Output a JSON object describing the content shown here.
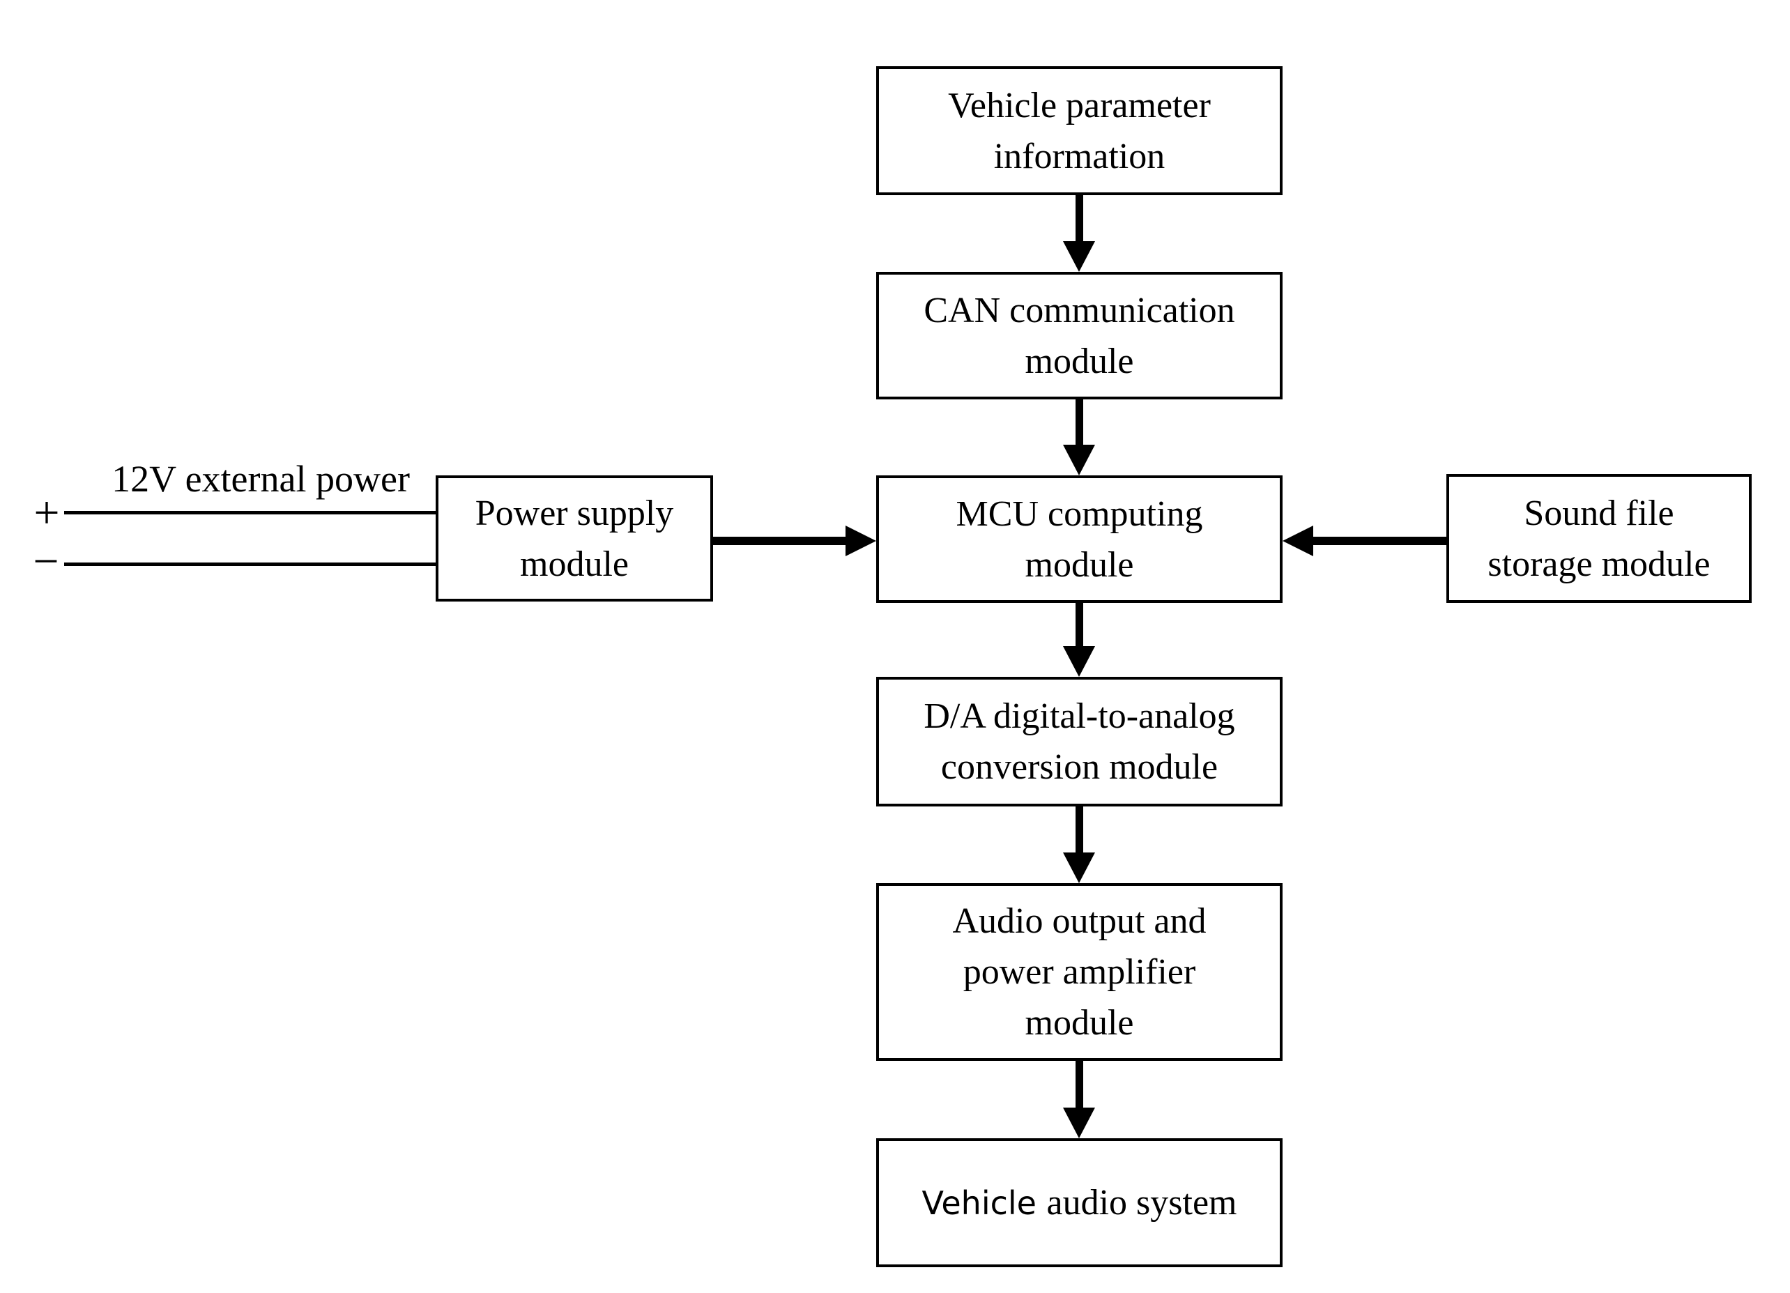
{
  "colors": {
    "line": "#000000",
    "background": "#ffffff",
    "box_fill": "#ffffff"
  },
  "nodes": {
    "vehicle_param": {
      "lines": [
        "Vehicle parameter",
        "information"
      ]
    },
    "can_comm": {
      "lines": [
        "CAN communication",
        "module"
      ]
    },
    "mcu": {
      "lines": [
        "MCU computing",
        "module"
      ]
    },
    "da_conversion": {
      "lines": [
        "D/A digital-to-analog",
        "conversion module"
      ]
    },
    "audio_output": {
      "lines": [
        "Audio output and",
        "power amplifier",
        "module"
      ]
    },
    "vehicle_audio": {
      "part_sans": "Vehicle",
      "part_serif": "audio system"
    },
    "power_supply": {
      "lines": [
        "Power supply",
        "module"
      ]
    },
    "sound_storage": {
      "lines": [
        "Sound file",
        "storage module"
      ]
    }
  },
  "power_input": {
    "label": "12V external power",
    "plus_sign": "+",
    "minus_sign": "−"
  },
  "connections": [
    {
      "from": "vehicle_param",
      "to": "can_comm"
    },
    {
      "from": "can_comm",
      "to": "mcu"
    },
    {
      "from": "power_supply",
      "to": "mcu"
    },
    {
      "from": "sound_storage",
      "to": "mcu"
    },
    {
      "from": "mcu",
      "to": "da_conversion"
    },
    {
      "from": "da_conversion",
      "to": "audio_output"
    },
    {
      "from": "audio_output",
      "to": "vehicle_audio"
    },
    {
      "from": "power_input",
      "to": "power_supply"
    }
  ]
}
